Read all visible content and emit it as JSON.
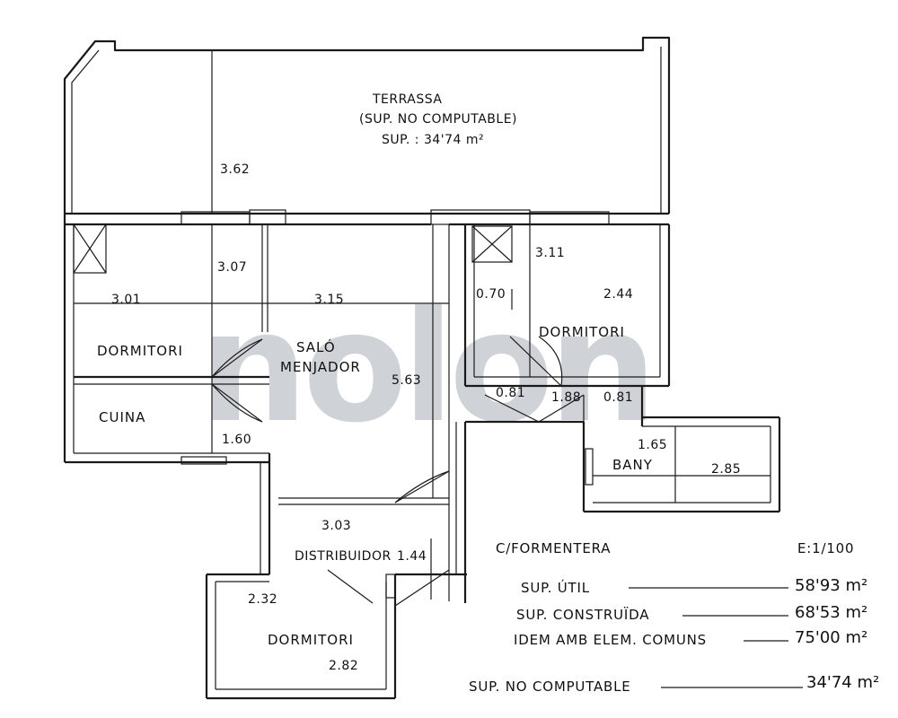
{
  "watermark": "nolon",
  "terrace": {
    "name": "TERRASSA",
    "note": "(SUP. NO COMPUTABLE)",
    "area": "SUP. : 34'74 m²",
    "height": "3.62"
  },
  "rooms": {
    "dorm1": {
      "name": "DORMITORI",
      "width": "3.01",
      "height": "3.07"
    },
    "kitchen": {
      "name": "CUINA",
      "height": "1.60"
    },
    "living": {
      "name_line1": "SALÓ",
      "name_line2": "MENJADOR",
      "width": "3.15",
      "length": "5.63"
    },
    "dorm2": {
      "name": "DORMITORI",
      "side": "0.70",
      "width": "2.44",
      "height": "3.11"
    },
    "door_dims": {
      "a": "0.81",
      "b": "1.88",
      "c": "0.81"
    },
    "bath": {
      "name": "BANY",
      "height": "1.65",
      "width": "2.85"
    },
    "hall": {
      "name": "DISTRIBUIDOR",
      "width": "3.03",
      "height": "1.44"
    },
    "dorm3": {
      "name": "DORMITORI",
      "height": "2.32",
      "width": "2.82"
    }
  },
  "summary": {
    "address": "C/FORMENTERA",
    "scale": "E:1/100",
    "rows": [
      {
        "label": "SUP. ÚTIL",
        "value": "58'93 m²"
      },
      {
        "label": "SUP. CONSTRUÏDA",
        "value": "68'53 m²"
      },
      {
        "label": "IDEM AMB ELEM. COMUNS",
        "value": "75'00 m²"
      }
    ],
    "nc_label": "SUP. NO COMPUTABLE",
    "nc_value": "34'74 m²"
  }
}
